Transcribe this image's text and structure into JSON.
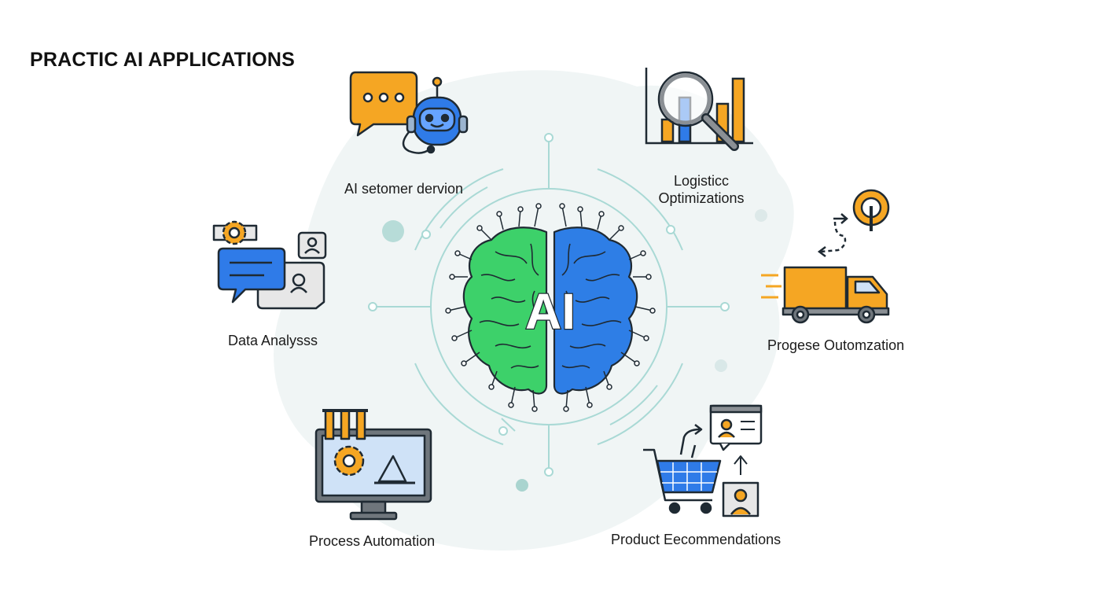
{
  "title": "PRACTIC AI APPLICATIONS",
  "hub": {
    "label": "AI"
  },
  "applications": [
    {
      "id": "customer-service",
      "label": "AI setomer dervion"
    },
    {
      "id": "logistics",
      "label_line1": "Logisticc",
      "label_line2": "Optimizations"
    },
    {
      "id": "data-analysis",
      "label": "Data Analysss"
    },
    {
      "id": "progese",
      "label": "Progese Outomzation"
    },
    {
      "id": "process-automation",
      "label": "Process Automation"
    },
    {
      "id": "product-recommendations",
      "label": "Product Eecommendations"
    }
  ],
  "colors": {
    "accent_orange": "#f5a623",
    "accent_blue": "#2f7be8",
    "brain_green": "#3dd16a",
    "brain_blue": "#2e7ee6",
    "ring_teal": "#a9d9d5",
    "outline": "#1f2a33",
    "bg_blob": "#eef4f4"
  },
  "icons": [
    "chat-bubble-icon",
    "robot-icon",
    "magnifier-chart-icon",
    "gear-chat-icon",
    "truck-icon",
    "location-pin-icon",
    "monitor-gear-icon",
    "shopping-cart-icon",
    "user-card-icon",
    "brain-icon"
  ]
}
